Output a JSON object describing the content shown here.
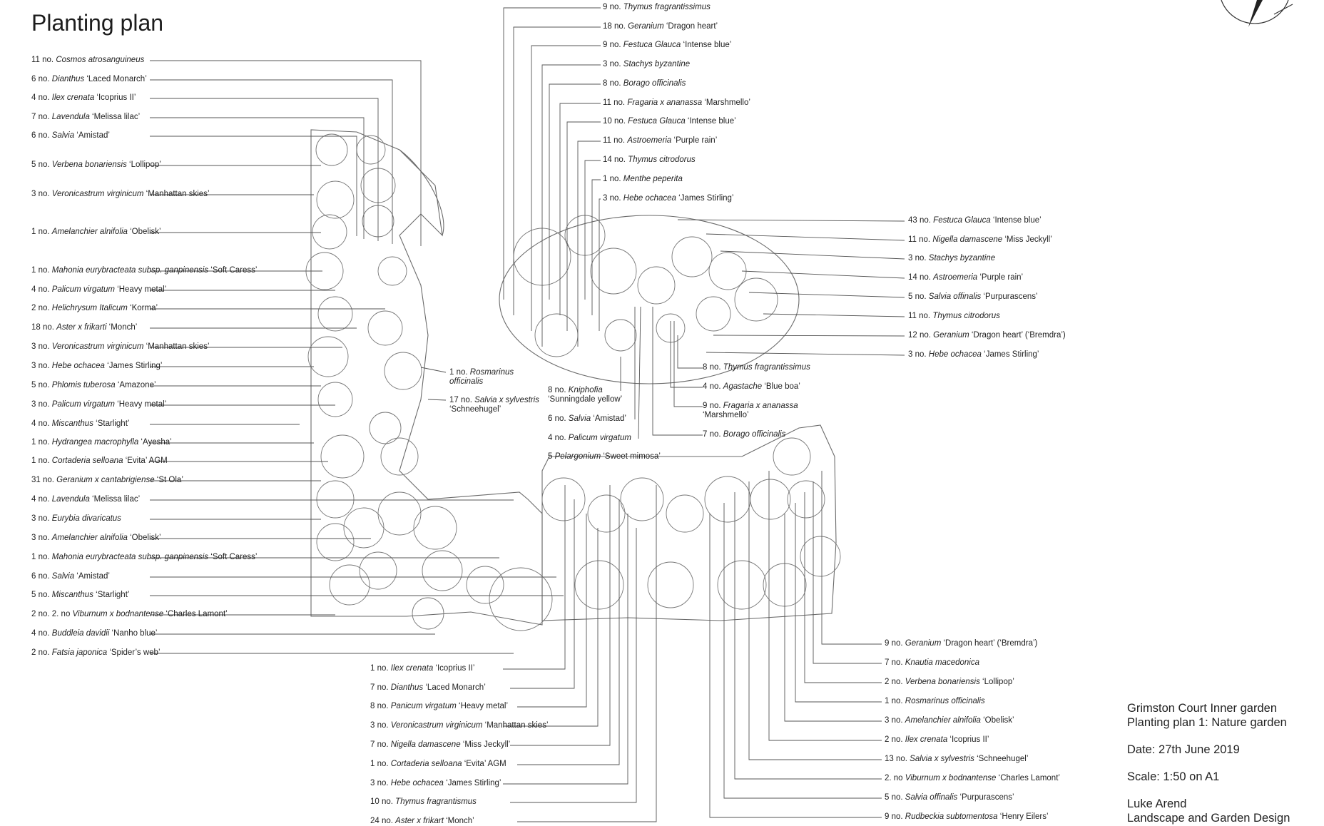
{
  "title": "Planting plan",
  "left_labels": [
    {
      "qty": "11 no.",
      "plant": "Cosmos atrosanguineus",
      "variety": ""
    },
    {
      "qty": "6 no.",
      "plant": "Dianthus",
      "variety": "‘Laced Monarch’"
    },
    {
      "qty": "4 no.",
      "plant": "Ilex crenata",
      "variety": "‘Icoprius II’"
    },
    {
      "qty": "7 no.",
      "plant": "Lavendula",
      "variety": "‘Melissa lilac’"
    },
    {
      "qty": "6 no.",
      "plant": "Salvia",
      "variety": "‘Amistad’"
    },
    {
      "qty": "5 no.",
      "plant": "Verbena bonariensis",
      "variety": "‘Lollipop’"
    },
    {
      "qty": "3 no.",
      "plant": "Veronicastrum virginicum",
      "variety": "‘Manhattan skies’"
    },
    {
      "qty": "1 no.",
      "plant": "Amelanchier alnifolia",
      "variety": "‘Obelisk’"
    },
    {
      "qty": "1 no.",
      "plant": "Mahonia eurybracteata subsp. ganpinensis",
      "variety": "‘Soft Caress’"
    },
    {
      "qty": "4 no.",
      "plant": "Palicum virgatum",
      "variety": "‘Heavy metal’"
    },
    {
      "qty": "2 no.",
      "plant": "Helichrysum Italicum",
      "variety": "‘Korma’"
    },
    {
      "qty": "18 no.",
      "plant": "Aster x frikarti",
      "variety": "‘Monch’"
    },
    {
      "qty": "3 no.",
      "plant": "Veronicastrum virginicum",
      "variety": "‘Manhattan skies’"
    },
    {
      "qty": "3 no.",
      "plant": "Hebe ochacea",
      "variety": "‘James Stirling’"
    },
    {
      "qty": "5 no.",
      "plant": "Phlomis tuberosa",
      "variety": "‘Amazone’"
    },
    {
      "qty": "3 no.",
      "plant": "Palicum virgatum",
      "variety": "‘Heavy metal’"
    },
    {
      "qty": "4 no.",
      "plant": "Miscanthus",
      "variety": "‘Starlight’"
    },
    {
      "qty": "1 no.",
      "plant": "Hydrangea macrophylla",
      "variety": "‘Ayesha’"
    },
    {
      "qty": "1 no.",
      "plant": "Cortaderia selloana",
      "variety": "‘Evita’ AGM"
    },
    {
      "qty": "31 no.",
      "plant": "Geranium x cantabrigiense",
      "variety": "‘St Ola’"
    },
    {
      "qty": "4 no.",
      "plant": "Lavendula",
      "variety": "‘Melissa lilac’"
    },
    {
      "qty": "3 no.",
      "plant": "Eurybia divaricatus",
      "variety": ""
    },
    {
      "qty": "3 no.",
      "plant": "Amelanchier alnifolia",
      "variety": "‘Obelisk’"
    },
    {
      "qty": "1 no.",
      "plant": "Mahonia eurybracteata subsp. ganpinensis",
      "variety": "‘Soft Caress’"
    },
    {
      "qty": "6 no.",
      "plant": "Salvia",
      "variety": "‘Amistad’"
    },
    {
      "qty": "5 no.",
      "plant": "Miscanthus",
      "variety": "‘Starlight’"
    },
    {
      "qty": "2 no. 2. no",
      "plant": "Viburnum x bodnantense",
      "variety": "‘Charles Lamont’"
    },
    {
      "qty": "4 no.",
      "plant": "Buddleia davidii",
      "variety": "‘Nanho blue’"
    },
    {
      "qty": "2 no.",
      "plant": "Fatsia japonica",
      "variety": "‘Spider’s web’"
    }
  ],
  "top_labels": [
    {
      "qty": "9 no.",
      "plant": "Thymus fragrantissimus",
      "variety": ""
    },
    {
      "qty": "18 no.",
      "plant": "Geranium",
      "variety": "‘Dragon heart’"
    },
    {
      "qty": "9 no.",
      "plant": "Festuca Glauca",
      "variety": "‘Intense blue’"
    },
    {
      "qty": "3 no.",
      "plant": "Stachys byzantine",
      "variety": ""
    },
    {
      "qty": "8 no.",
      "plant": "Borago officinalis",
      "variety": ""
    },
    {
      "qty": "11 no.",
      "plant": "Fragaria x ananassa",
      "variety": "‘Marshmello’"
    },
    {
      "qty": "10 no.",
      "plant": "Festuca Glauca",
      "variety": "‘Intense blue’"
    },
    {
      "qty": "11 no.",
      "plant": "Astroemeria",
      "variety": "‘Purple rain’"
    },
    {
      "qty": "14 no.",
      "plant": "Thymus citrodorus",
      "variety": ""
    },
    {
      "qty": "1 no.",
      "plant": "Menthe peperita",
      "variety": ""
    },
    {
      "qty": "3 no.",
      "plant": "Hebe ochacea",
      "variety": "‘James Stirling’"
    }
  ],
  "right_labels": [
    {
      "qty": "43 no.",
      "plant": "Festuca Glauca",
      "variety": "‘Intense blue’"
    },
    {
      "qty": "11 no.",
      "plant": "Nigella damascene",
      "variety": "‘Miss Jeckyll’"
    },
    {
      "qty": "3 no.",
      "plant": "Stachys byzantine",
      "variety": ""
    },
    {
      "qty": "14 no.",
      "plant": "Astroemeria",
      "variety": "‘Purple rain’"
    },
    {
      "qty": "5 no.",
      "plant": "Salvia offinalis",
      "variety": "‘Purpurascens’"
    },
    {
      "qty": "11 no.",
      "plant": "Thymus citrodorus",
      "variety": ""
    },
    {
      "qty": "12 no.",
      "plant": "Geranium",
      "variety": "‘Dragon heart’ (‘Bremdra’)"
    },
    {
      "qty": "3 no.",
      "plant": "Hebe ochacea",
      "variety": "‘James Stirling’"
    }
  ],
  "middle_labels": [
    {
      "qty": "1 no.",
      "plant": "Rosmarinus officinalis",
      "variety": ""
    },
    {
      "qty": "17 no.",
      "plant": "Salvia x sylvestris",
      "variety": "‘Schneehugel’"
    },
    {
      "qty": "8 no.",
      "plant": "Kniphofia",
      "variety": "‘Sunningdale yellow’"
    },
    {
      "qty": "6 no.",
      "plant": "Salvia",
      "variety": "‘Amistad’"
    },
    {
      "qty": "4 no.",
      "plant": "Palicum virgatum",
      "variety": ""
    },
    {
      "qty": "5",
      "plant": "Pelargonium",
      "variety": "‘Sweet mimosa’"
    },
    {
      "qty": "8 no.",
      "plant": "Thymus fragrantissimus",
      "variety": ""
    },
    {
      "qty": "4 no.",
      "plant": "Agastache",
      "variety": "‘Blue boa’"
    },
    {
      "qty": "9 no.",
      "plant": "Fragaria x ananassa",
      "variety": "‘Marshmello’"
    },
    {
      "qty": "7 no.",
      "plant": "Borago officinalis",
      "variety": ""
    }
  ],
  "bottom_left_labels": [
    {
      "qty": "1 no.",
      "plant": "Ilex crenata",
      "variety": "‘Icoprius II’"
    },
    {
      "qty": "7 no.",
      "plant": "Dianthus",
      "variety": "‘Laced Monarch’"
    },
    {
      "qty": "8 no.",
      "plant": "Panicum virgatum",
      "variety": "‘Heavy metal’"
    },
    {
      "qty": "3 no.",
      "plant": "Veronicastrum virginicum",
      "variety": "‘Manhattan skies’"
    },
    {
      "qty": "7 no.",
      "plant": "Nigella damascene",
      "variety": "‘Miss Jeckyll’"
    },
    {
      "qty": "1 no.",
      "plant": "Cortaderia selloana",
      "variety": "‘Evita’ AGM"
    },
    {
      "qty": "3 no.",
      "plant": "Hebe ochacea",
      "variety": "‘James Stirling’"
    },
    {
      "qty": "10 no.",
      "plant": "Thymus fragrantismus",
      "variety": ""
    },
    {
      "qty": "24 no.",
      "plant": "Aster x frikart",
      "variety": "‘Monch’"
    }
  ],
  "bottom_right_labels": [
    {
      "qty": "9 no.",
      "plant": "Geranium",
      "variety": "‘Dragon heart’ (‘Bremdra’)"
    },
    {
      "qty": "7 no.",
      "plant": "Knautia macedonica",
      "variety": ""
    },
    {
      "qty": "2 no.",
      "plant": "Verbena bonariensis",
      "variety": "‘Lollipop’"
    },
    {
      "qty": "1 no.",
      "plant": "Rosmarinus officinalis",
      "variety": ""
    },
    {
      "qty": "3 no.",
      "plant": "Amelanchier alnifolia",
      "variety": "‘Obelisk’"
    },
    {
      "qty": "2 no.",
      "plant": "Ilex crenata",
      "variety": "‘Icoprius II’"
    },
    {
      "qty": "13 no.",
      "plant": "Salvia x sylvestris",
      "variety": "‘Schneehugel’"
    },
    {
      "qty": "2. no",
      "plant": "Viburnum x bodnantense",
      "variety": "‘Charles Lamont’"
    },
    {
      "qty": "5 no.",
      "plant": "Salvia offinalis",
      "variety": "‘Purpurascens’"
    },
    {
      "qty": "9 no.",
      "plant": "Rudbeckia subtomentosa",
      "variety": "‘Henry Eilers’"
    }
  ],
  "title_block": {
    "project": "Grimston Court  Inner garden",
    "plan": "Planting plan 1: Nature garden",
    "date": "Date: 27th June 2019",
    "scale": "Scale: 1:50 on A1",
    "designer": "Luke Arend",
    "company": "Landscape and Garden Design"
  },
  "colors": {
    "line": "#6b6b6b",
    "text": "#222222"
  }
}
